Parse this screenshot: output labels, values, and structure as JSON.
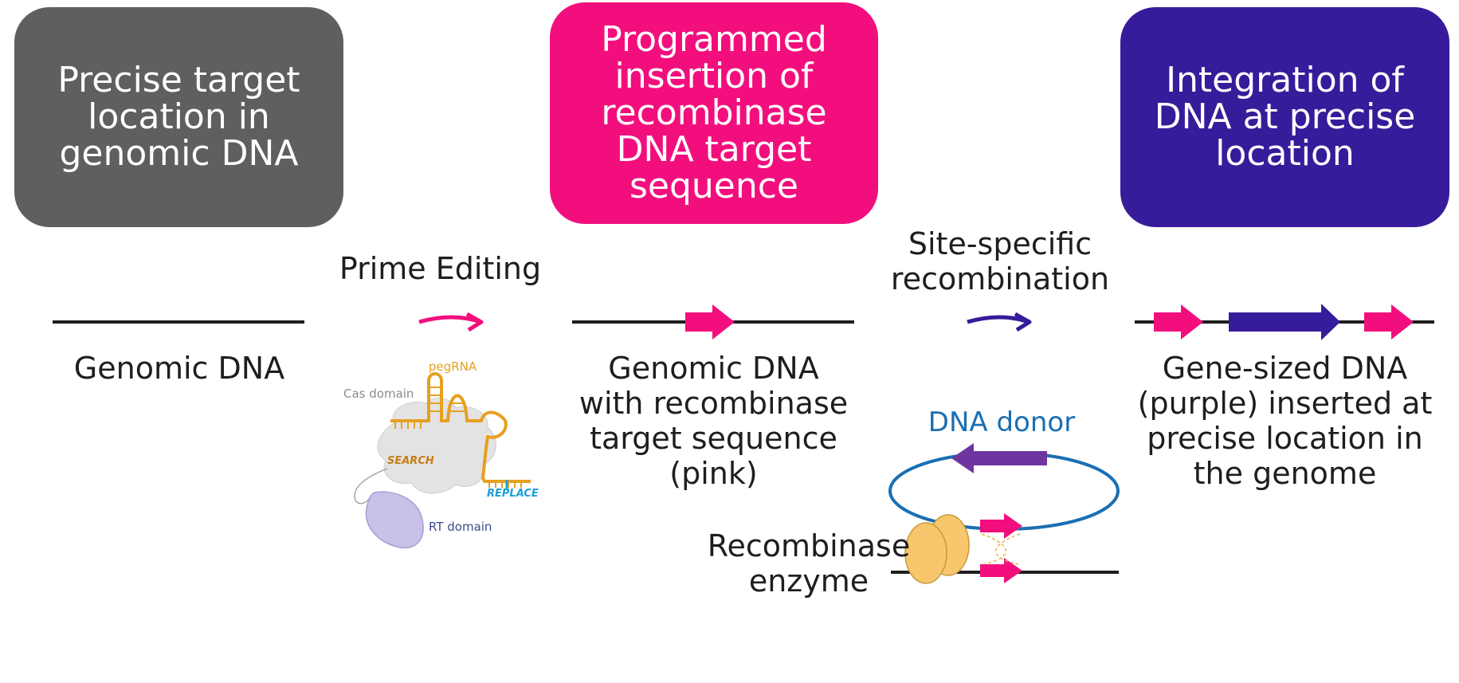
{
  "colors": {
    "box1": "#5f5f5f",
    "box2": "#f20f7d",
    "box3": "#361c9a",
    "pink": "#f20f7d",
    "purple": "#361c9a",
    "donor_arrow": "#6e35a0",
    "donor_ring": "#1a6fb3",
    "enzyme": "#f8c66c",
    "line": "#1e1e1e"
  },
  "boxes": [
    {
      "text": "Precise target\nlocation in\ngenomic DNA"
    },
    {
      "text": "Programmed\ninsertion of\nrecombinase\nDNA target\nsequence"
    },
    {
      "text": "Integration of\nDNA at precise\nlocation"
    }
  ],
  "steps": [
    {
      "label": "Prime Editing",
      "icon": "curved-pink-arrow"
    },
    {
      "label": "Site-specific\nrecombination",
      "icon": "curved-purple-arrow"
    }
  ],
  "captions": [
    "Genomic DNA",
    "Genomic DNA\nwith recombinase\ntarget sequence\n(pink)",
    "Gene-sized DNA\n(purple) inserted at\nprecise location in\nthe genome"
  ],
  "prime_editor": {
    "cas_label": "Cas domain",
    "pegrna_label": "pegRNA",
    "search_label": "SEARCH",
    "replace_label": "REPLACE",
    "rt_label": "RT domain"
  },
  "recombination": {
    "donor_label": "DNA donor",
    "enzyme_label": "Recombinase\nenzyme"
  }
}
